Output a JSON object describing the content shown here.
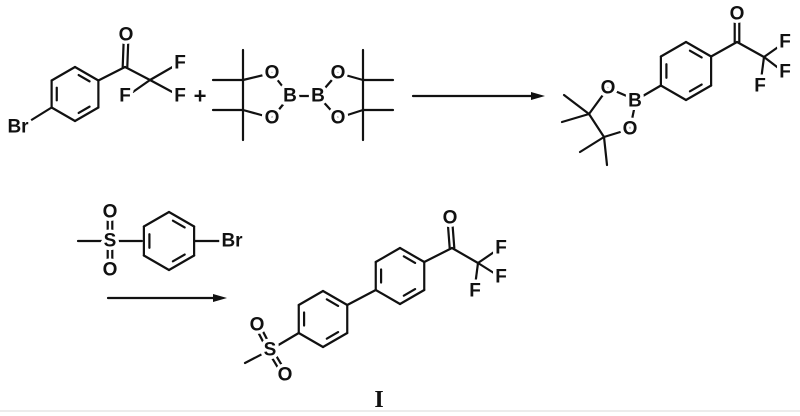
{
  "scheme": {
    "reactant_1": {
      "atoms": [
        "Br",
        "O",
        "F",
        "F",
        "F"
      ]
    },
    "plus_sign": "+",
    "reactant_2": {
      "atoms": [
        "O",
        "O",
        "B",
        "B",
        "O",
        "O"
      ]
    },
    "intermediate": {
      "atoms": [
        "O",
        "B",
        "O",
        "O",
        "F",
        "F",
        "F"
      ]
    },
    "reactant_3": {
      "atoms": [
        "S",
        "O",
        "O",
        "Br"
      ]
    },
    "product": {
      "atoms": [
        "S",
        "O",
        "O",
        "O",
        "F",
        "F",
        "F"
      ],
      "label": "I"
    },
    "colors": {
      "ink": "#111111",
      "background": "#ffffff"
    }
  }
}
